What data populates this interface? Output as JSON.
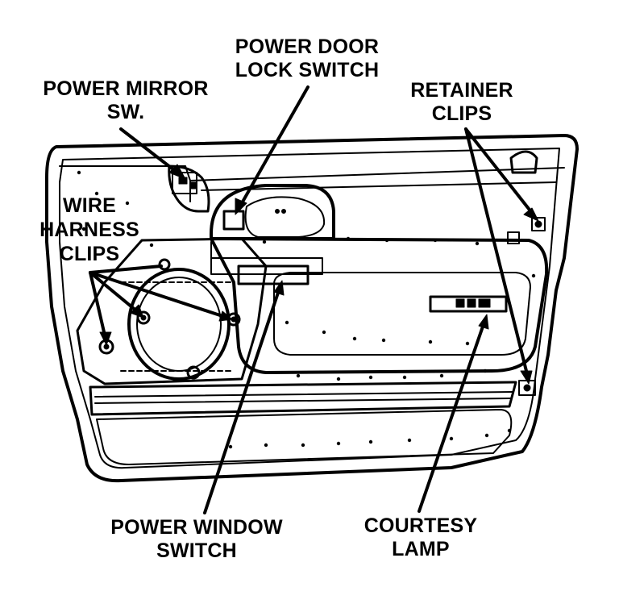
{
  "callouts": {
    "power_door_lock_switch": [
      "POWER DOOR",
      "LOCK SWITCH"
    ],
    "power_mirror_switch": [
      "POWER MIRROR",
      "SW."
    ],
    "retainer_clips": [
      "RETAINER",
      "CLIPS"
    ],
    "wire_harness_clips": [
      "WIRE",
      "HARNESS",
      "CLIPS"
    ],
    "power_window_switch": [
      "POWER WINDOW",
      "SWITCH"
    ],
    "courtesy_lamp": [
      "COURTESY",
      "LAMP"
    ]
  },
  "colors": {
    "ink": "#000000",
    "paper": "#ffffff"
  }
}
